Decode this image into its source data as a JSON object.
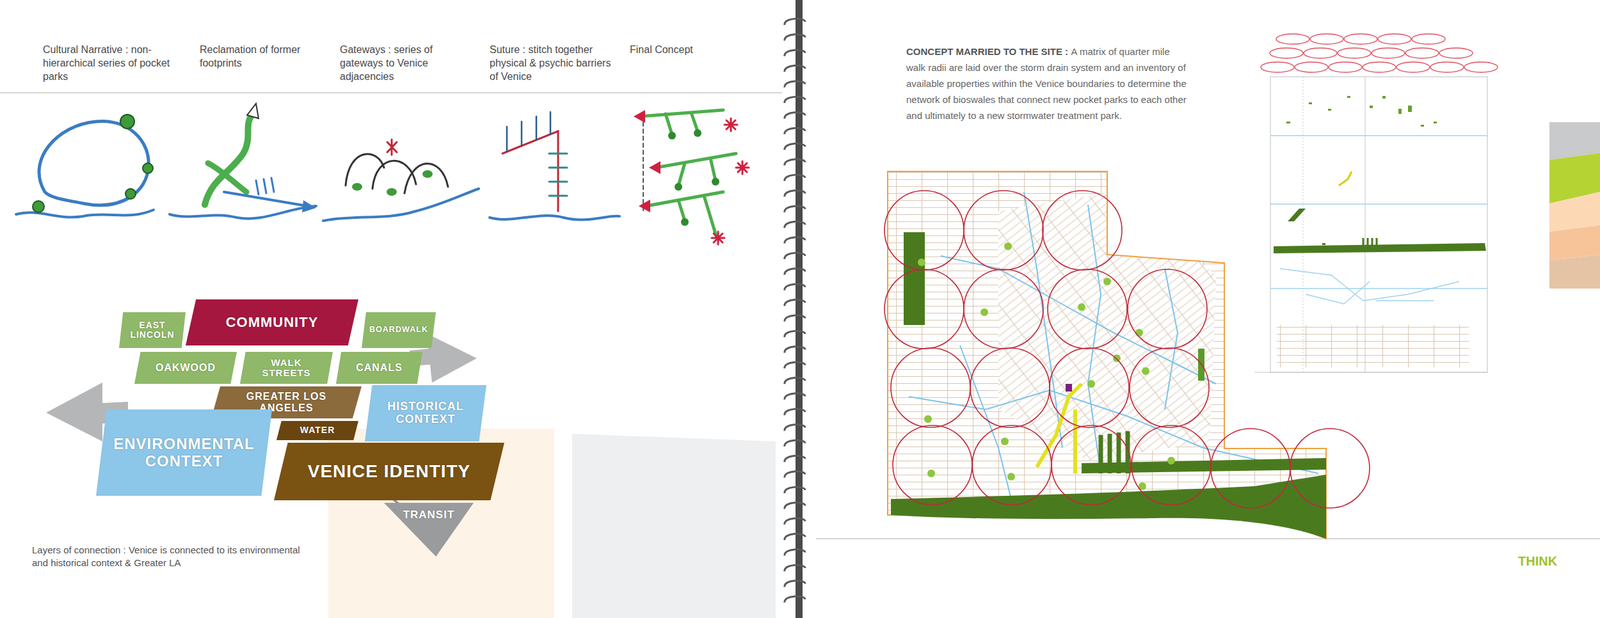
{
  "diagram": {
    "nodes": [
      {
        "text": [
          "COMMUNITY"
        ]
      },
      {
        "text": [
          "EAST LINCOLN"
        ]
      },
      {
        "text": [
          "BOARDWALK"
        ]
      },
      {
        "text": [
          "OAKWOOD"
        ]
      },
      {
        "text": [
          "WALK STREETS"
        ]
      },
      {
        "text": [
          "CANALS"
        ]
      },
      {
        "text": [
          "GREATER LOS ANGELES"
        ]
      },
      {
        "text": [
          "HISTORICAL CONTEXT"
        ]
      },
      {
        "text": [
          "WATER"
        ]
      },
      {
        "text": [
          "ENVIRONMENTAL CONTEXT"
        ]
      },
      {
        "text": [
          "VENICE IDENTITY"
        ]
      },
      {
        "text": [
          "TRANSIT"
        ]
      }
    ],
    "labels": [
      "Cultural Narrative : non-hierarchical series of pocket parks",
      "Reclamation of former footprints",
      "Gateways : series of gateways to Venice adjacencies",
      "Suture : stitch together physical & psychic barriers of Venice",
      "Final Concept",
      "Layers of connection : Venice is connected to its environmental and historical context & Greater LA",
      "CONCEPT MARRIED TO THE SITE :",
      "A matrix of quarter mile walk radii are laid over the storm drain system and an inventory of available properties within the Venice boundaries to determine the network of bioswales that connect new pocket parks to each other and ultimately to a new stormwater treatment park.",
      "THINK"
    ]
  }
}
